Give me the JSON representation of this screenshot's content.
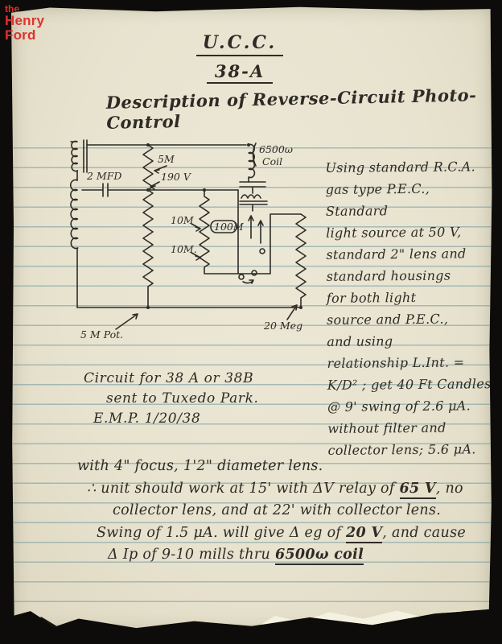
{
  "logo": {
    "the": "the",
    "henry": "Henry",
    "ford": "Ford"
  },
  "heading": {
    "org": "U.C.C.",
    "model": "38-A"
  },
  "subtitle": "Description of Reverse-Circuit Photo-Control",
  "diagram": {
    "labels": {
      "capacitor": "2 MFD",
      "resistor_5m": "5M",
      "voltage": "190 V",
      "resistor_10m": "10M",
      "resistor_100m": "100M",
      "resistor_10m_2": "10M.",
      "potentiometer": "5 M Pot.",
      "resistor_20meg": "20 Meg",
      "coil_value": "6500ω",
      "coil_word": "Coil"
    }
  },
  "caption": {
    "line1": "Circuit for 38 A or 38B",
    "line2": "sent to Tuxedo Park.",
    "line3": "E.M.P. 1/20/38"
  },
  "side_note": {
    "line1": "Using standard R.C.A.",
    "line2": "gas type P.E.C., Standard",
    "line3": "light source at 50 V,",
    "line4": "standard 2\" lens and",
    "line5": "standard housings",
    "line6": "for both light",
    "line7": "source and P.E.C.,",
    "line8": "and using",
    "line9": "relationship L.Int. =",
    "line10": "K/D² ; get 40 Ft Candles",
    "line11": "@ 9' swing of 2.6 μA.",
    "line12": "without filter and",
    "line13": "collector lens; 5.6 μA."
  },
  "bottom_note": {
    "line1": "with 4\" focus, 1'2\" diameter lens.",
    "line2_pre": "∴ unit should work at 15' with ΔV relay of ",
    "line2_u": "65 V",
    "line2_post": ", no",
    "line3": "collector lens, and at 22' with collector lens.",
    "line4_pre": "Swing of 1.5 μA. will give Δ eg of ",
    "line4_u": "20 V",
    "line4_post": ", and cause",
    "line5_pre": "Δ Ip of 9-10 mills thru ",
    "line5_u": "6500ω coil",
    "line5_post": ""
  }
}
